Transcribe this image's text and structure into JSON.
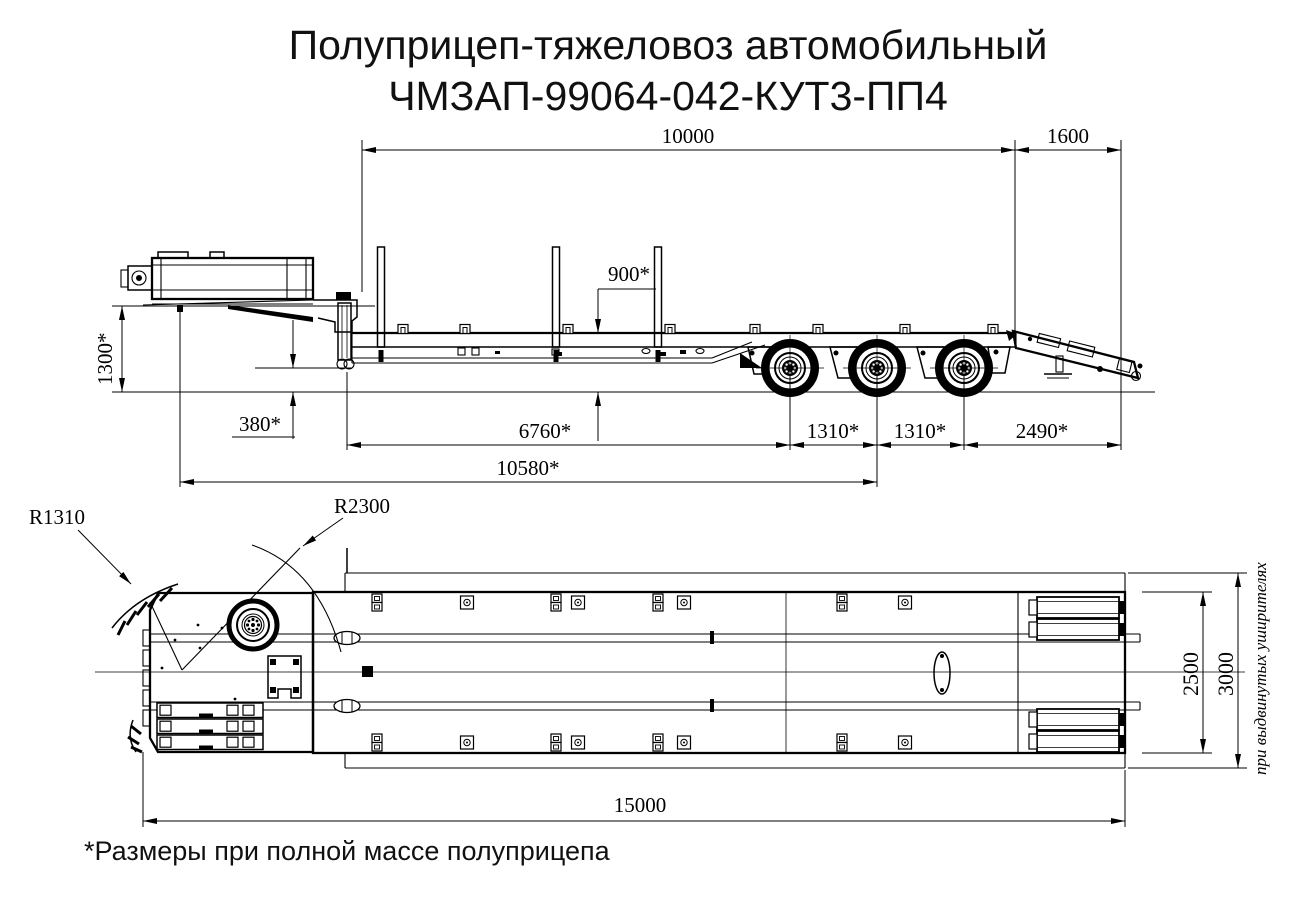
{
  "title": {
    "line1": "Полуприцеп-тяжеловоз автомобильный",
    "line2": "ЧМЗАП-99064-042-КУТ3-ПП4"
  },
  "footnote": "*Размеры при полной массе полуприцепа",
  "colors": {
    "line": "#000000",
    "background": "#ffffff"
  },
  "side": {
    "d10000": "10000",
    "d1600": "1600",
    "d900": "900*",
    "d1300": "1300*",
    "d380": "380*",
    "d6760": "6760*",
    "d1310a": "1310*",
    "d1310b": "1310*",
    "d2490": "2490*",
    "d10580": "10580*"
  },
  "plan": {
    "r1310": "R1310",
    "r2300": "R2300",
    "w2500": "2500",
    "w3000": "3000",
    "l15000": "15000",
    "note": "при выдвинутых уширителях"
  }
}
